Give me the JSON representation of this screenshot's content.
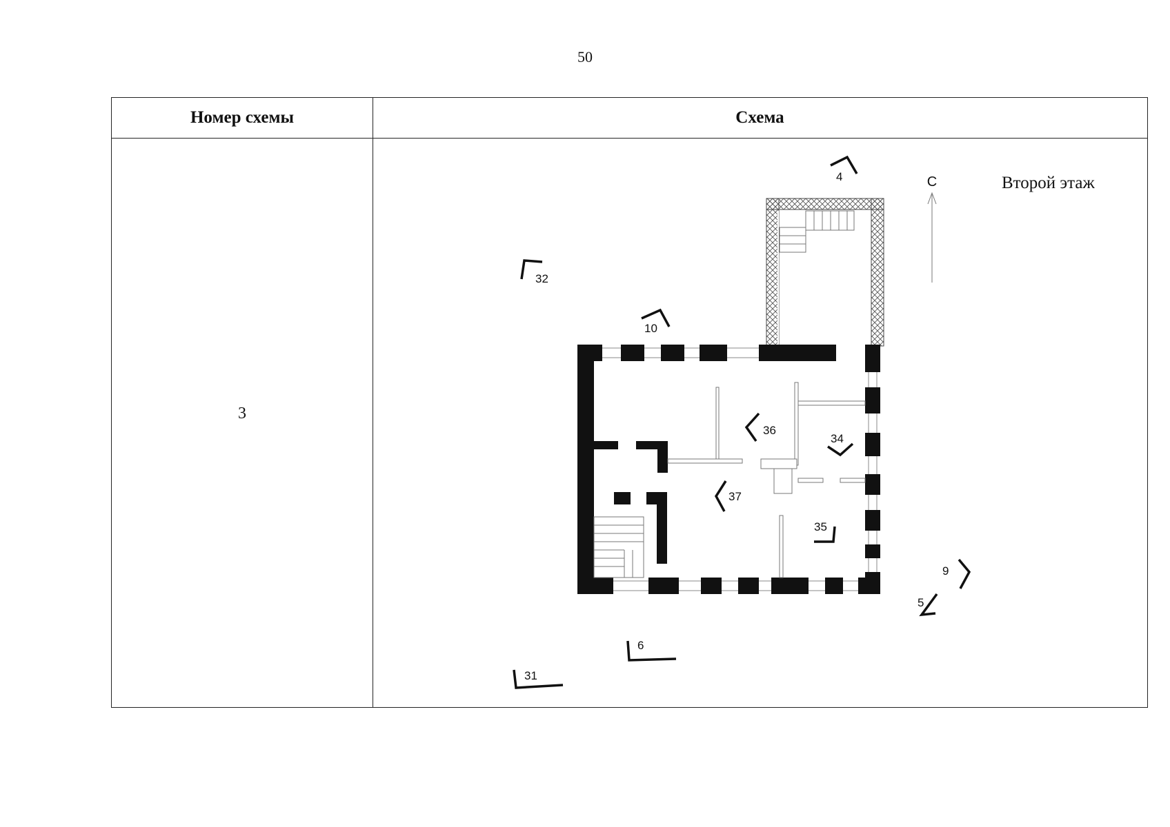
{
  "page": {
    "number": "50"
  },
  "table": {
    "header_number": "Номер схемы",
    "header_scheme": "Схема",
    "row": {
      "scheme_number": "3"
    }
  },
  "plan": {
    "floor_label": "Второй этаж",
    "north_label": "С",
    "view_markers": [
      "4",
      "32",
      "10",
      "36",
      "34",
      "37",
      "35",
      "9",
      "5",
      "6",
      "31"
    ]
  }
}
